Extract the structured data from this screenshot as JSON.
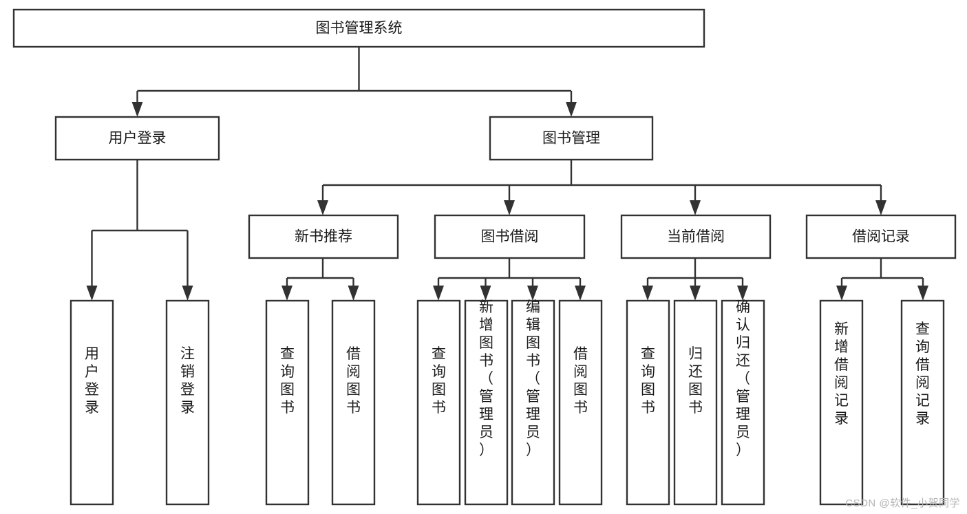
{
  "diagram": {
    "type": "tree-hierarchy",
    "title": "图书管理系统",
    "orientation": "top-down",
    "colors": {
      "box_fill": "#ffffff",
      "box_stroke": "#323232",
      "text": "#1b1b1b",
      "background": "#ffffff",
      "watermark": "#b4b4b4"
    },
    "nodes": {
      "root": {
        "label": "图书管理系统",
        "level": 1,
        "text_orientation": "horizontal"
      },
      "user_login": {
        "label": "用户登录",
        "level": 2,
        "text_orientation": "horizontal"
      },
      "book_manage": {
        "label": "图书管理",
        "level": 2,
        "text_orientation": "horizontal"
      },
      "new_book_rec": {
        "label": "新书推荐",
        "level": 3,
        "text_orientation": "horizontal"
      },
      "book_borrow": {
        "label": "图书借阅",
        "level": 3,
        "text_orientation": "horizontal"
      },
      "current_borrow": {
        "label": "当前借阅",
        "level": 3,
        "text_orientation": "horizontal"
      },
      "borrow_record": {
        "label": "借阅记录",
        "level": 3,
        "text_orientation": "horizontal"
      },
      "leaf_user_login": {
        "label": "用户登录",
        "level": 4,
        "text_orientation": "vertical"
      },
      "leaf_logout": {
        "label": "注销登录",
        "level": 4,
        "text_orientation": "vertical"
      },
      "leaf_query_book_1": {
        "label": "查询图书",
        "level": 4,
        "text_orientation": "vertical"
      },
      "leaf_borrow_book_1": {
        "label": "借阅图书",
        "level": 4,
        "text_orientation": "vertical"
      },
      "leaf_query_book_2": {
        "label": "查询图书",
        "level": 4,
        "text_orientation": "vertical"
      },
      "leaf_add_book": {
        "label": "新增图书（管理员）",
        "level": 4,
        "text_orientation": "vertical"
      },
      "leaf_edit_book": {
        "label": "编辑图书（管理员）",
        "level": 4,
        "text_orientation": "vertical"
      },
      "leaf_borrow_book_2": {
        "label": "借阅图书",
        "level": 4,
        "text_orientation": "vertical"
      },
      "leaf_query_book_3": {
        "label": "查询图书",
        "level": 4,
        "text_orientation": "vertical"
      },
      "leaf_return_book": {
        "label": "归还图书",
        "level": 4,
        "text_orientation": "vertical"
      },
      "leaf_confirm_return": {
        "label": "确认归还（管理员）",
        "level": 4,
        "text_orientation": "vertical"
      },
      "leaf_add_record": {
        "label": "新增借阅记录",
        "level": 4,
        "text_orientation": "vertical"
      },
      "leaf_query_record": {
        "label": "查询借阅记录",
        "level": 4,
        "text_orientation": "vertical"
      }
    },
    "edges": [
      {
        "from": "root",
        "to": "user_login"
      },
      {
        "from": "root",
        "to": "book_manage"
      },
      {
        "from": "user_login",
        "to": "leaf_user_login"
      },
      {
        "from": "user_login",
        "to": "leaf_logout"
      },
      {
        "from": "book_manage",
        "to": "new_book_rec"
      },
      {
        "from": "book_manage",
        "to": "book_borrow"
      },
      {
        "from": "book_manage",
        "to": "current_borrow"
      },
      {
        "from": "book_manage",
        "to": "borrow_record"
      },
      {
        "from": "new_book_rec",
        "to": "leaf_query_book_1"
      },
      {
        "from": "new_book_rec",
        "to": "leaf_borrow_book_1"
      },
      {
        "from": "book_borrow",
        "to": "leaf_query_book_2"
      },
      {
        "from": "book_borrow",
        "to": "leaf_add_book"
      },
      {
        "from": "book_borrow",
        "to": "leaf_edit_book"
      },
      {
        "from": "book_borrow",
        "to": "leaf_borrow_book_2"
      },
      {
        "from": "current_borrow",
        "to": "leaf_query_book_3"
      },
      {
        "from": "current_borrow",
        "to": "leaf_return_book"
      },
      {
        "from": "current_borrow",
        "to": "leaf_confirm_return"
      },
      {
        "from": "borrow_record",
        "to": "leaf_add_record"
      },
      {
        "from": "borrow_record",
        "to": "leaf_query_record"
      }
    ]
  },
  "watermark": {
    "text": "CSDN @软件_小贺同学"
  }
}
